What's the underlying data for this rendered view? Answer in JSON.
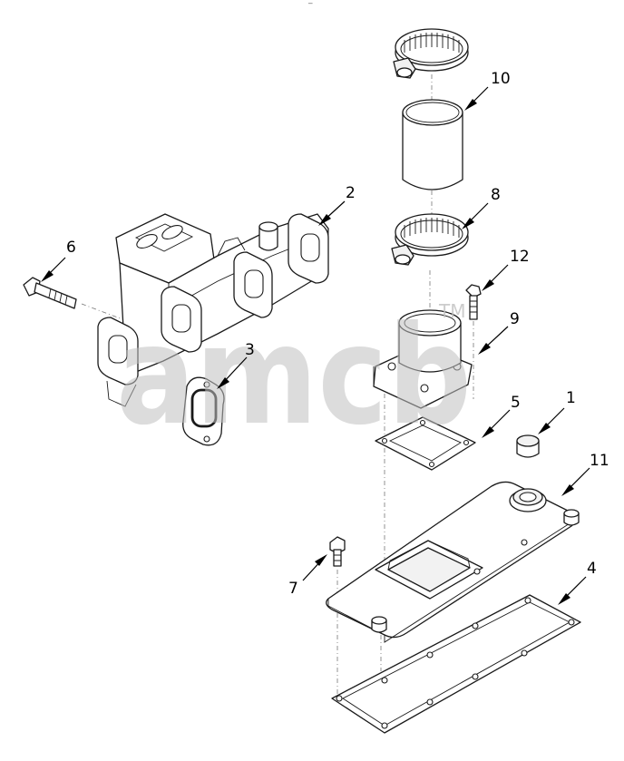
{
  "top_mark": "‾",
  "watermark": {
    "text": "amcb",
    "tm": "TM"
  },
  "callouts": {
    "c1": "1",
    "c2": "2",
    "c3": "3",
    "c4": "4",
    "c5": "5",
    "c6": "6",
    "c7": "7",
    "c8": "8",
    "c9": "9",
    "c10": "10",
    "c11": "11",
    "c12": "12"
  }
}
